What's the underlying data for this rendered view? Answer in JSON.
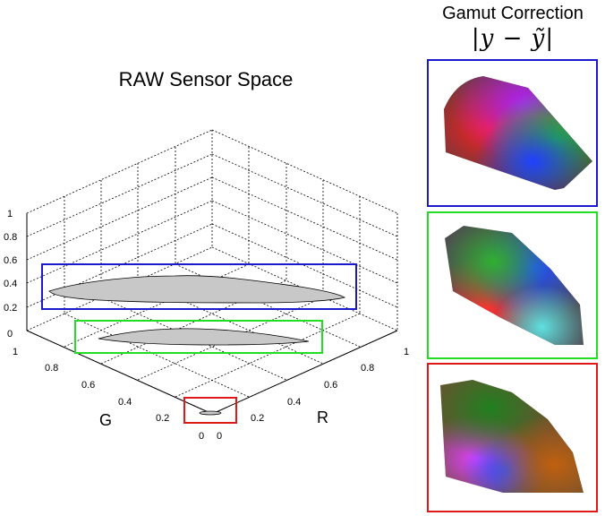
{
  "left_panel": {
    "title": "RAW Sensor Space",
    "axes": {
      "z_ticks": [
        "1",
        "0.8",
        "0.6",
        "0.4",
        "0.2",
        "0"
      ],
      "g_ticks": [
        "1",
        "0.8",
        "0.6",
        "0.4",
        "0.2",
        "0"
      ],
      "r_ticks": [
        "0",
        "0.2",
        "0.4",
        "0.6",
        "0.8",
        "1"
      ],
      "g_label": "G",
      "r_label": "R"
    },
    "highlight_colors": {
      "top": "#1a1acc",
      "middle": "#22dd22",
      "bottom": "#e01818"
    },
    "shape_fill": "#c8c8c8"
  },
  "right_panel": {
    "title": "Gamut Correction",
    "formula": "|y − ỹ|",
    "frame_colors": [
      "#1a1acc",
      "#22dd22",
      "#e01818"
    ]
  }
}
